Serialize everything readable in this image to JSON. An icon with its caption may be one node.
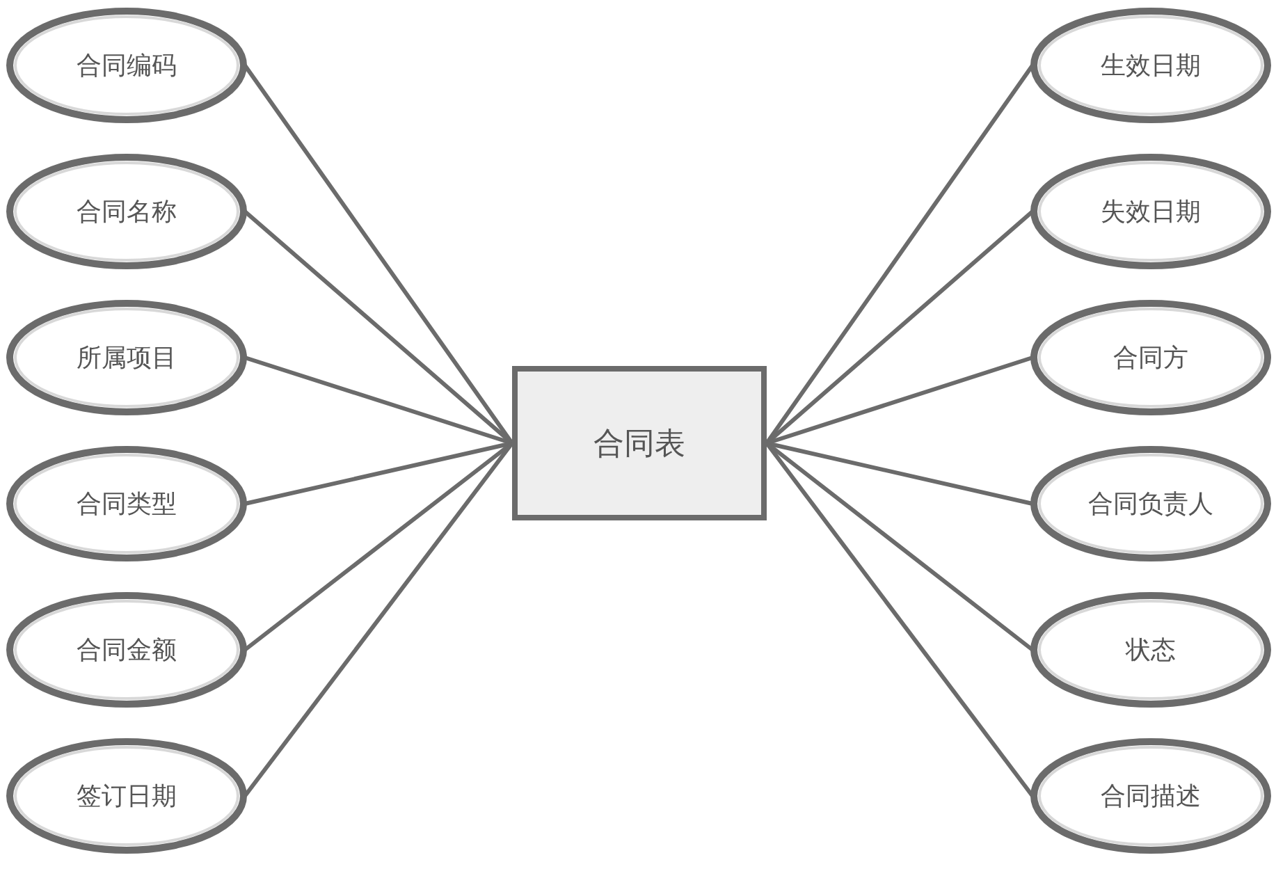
{
  "diagram": {
    "nodes": [
      {
        "text": [
          "合同表"
        ]
      },
      {
        "text": [
          "合同编码"
        ]
      },
      {
        "text": [
          "合同名称"
        ]
      },
      {
        "text": [
          "所属项目"
        ]
      },
      {
        "text": [
          "合同类型"
        ]
      },
      {
        "text": [
          "合同金额"
        ]
      },
      {
        "text": [
          "签订日期"
        ]
      },
      {
        "text": [
          "生效日期"
        ]
      },
      {
        "text": [
          "失效日期"
        ]
      },
      {
        "text": [
          "合同方"
        ]
      },
      {
        "text": [
          "合同负责人"
        ]
      },
      {
        "text": [
          "状态"
        ]
      },
      {
        "text": [
          "合同描述"
        ]
      }
    ],
    "edges": [
      {
        "from": 0,
        "to": 1,
        "arrow": "none"
      },
      {
        "from": 0,
        "to": 2,
        "arrow": "none"
      },
      {
        "from": 0,
        "to": 3,
        "arrow": "none"
      },
      {
        "from": 0,
        "to": 4,
        "arrow": "none"
      },
      {
        "from": 0,
        "to": 5,
        "arrow": "none"
      },
      {
        "from": 0,
        "to": 6,
        "arrow": "none"
      },
      {
        "from": 0,
        "to": 7,
        "arrow": "none"
      },
      {
        "from": 0,
        "to": 8,
        "arrow": "none"
      },
      {
        "from": 0,
        "to": 9,
        "arrow": "none"
      },
      {
        "from": 0,
        "to": 10,
        "arrow": "none"
      },
      {
        "from": 0,
        "to": 11,
        "arrow": "none"
      },
      {
        "from": 0,
        "to": 12,
        "arrow": "none"
      }
    ]
  }
}
